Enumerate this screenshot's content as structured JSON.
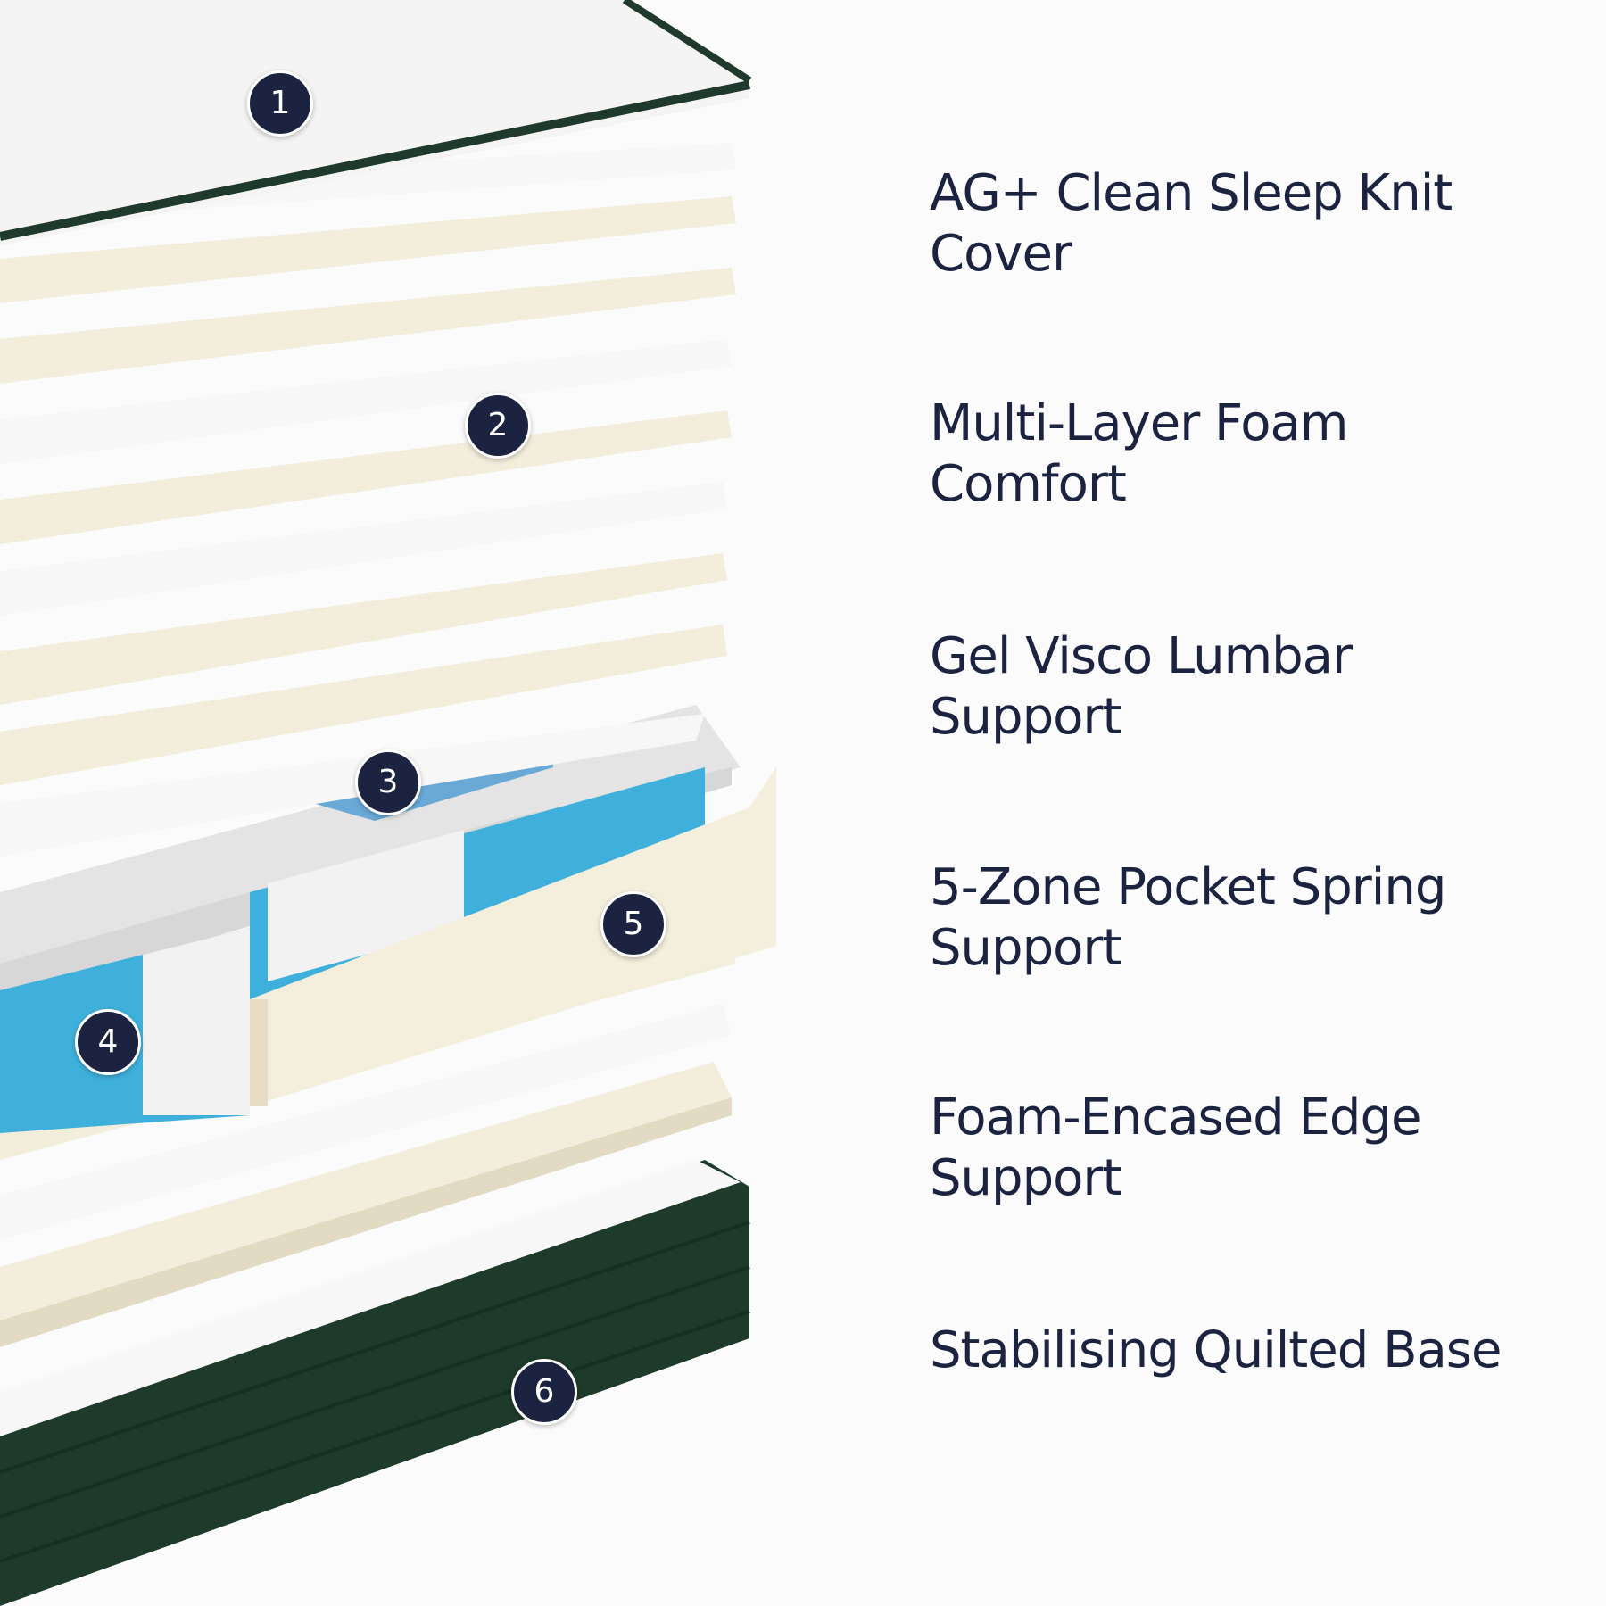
{
  "features": [
    {
      "number": "1",
      "label": "AG+ Clean Sleep Knit Cover"
    },
    {
      "number": "2",
      "label": "Multi-Layer Foam Comfort"
    },
    {
      "number": "3",
      "label": "Gel Visco Lumbar Support"
    },
    {
      "number": "4",
      "label": "5-Zone Pocket Spring Support"
    },
    {
      "number": "5",
      "label": "Foam-Encased Edge Support"
    },
    {
      "number": "6",
      "label": "Stabilising Quilted Base"
    }
  ],
  "colors": {
    "text": "#1b2340",
    "badge": "#1b2340",
    "cover_piping": "#1f3a2c",
    "base": "#1e3a2a",
    "foam_cream": "#f3eddb",
    "foam_white": "#f7f7f7",
    "felt_grey": "#e4e4e4",
    "spring_blue": "#3fb0dc",
    "spring_white": "#f2f2f2"
  }
}
